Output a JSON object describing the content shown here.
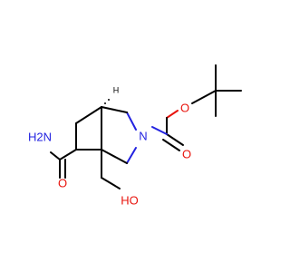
{
  "colors": {
    "carbon": "#000000",
    "oxygen": "#e8130c",
    "nitrogen": "#2222e0",
    "background": "#ffffff"
  },
  "atoms": {
    "ester_oxygen": "O",
    "carbonyl_oxygen": "O",
    "ring_nitrogen": "N",
    "amide_nitrogen": "H2N",
    "amide_oxygen": "O",
    "hydroxyl": "HO"
  },
  "stereo": {
    "h1": "H"
  }
}
